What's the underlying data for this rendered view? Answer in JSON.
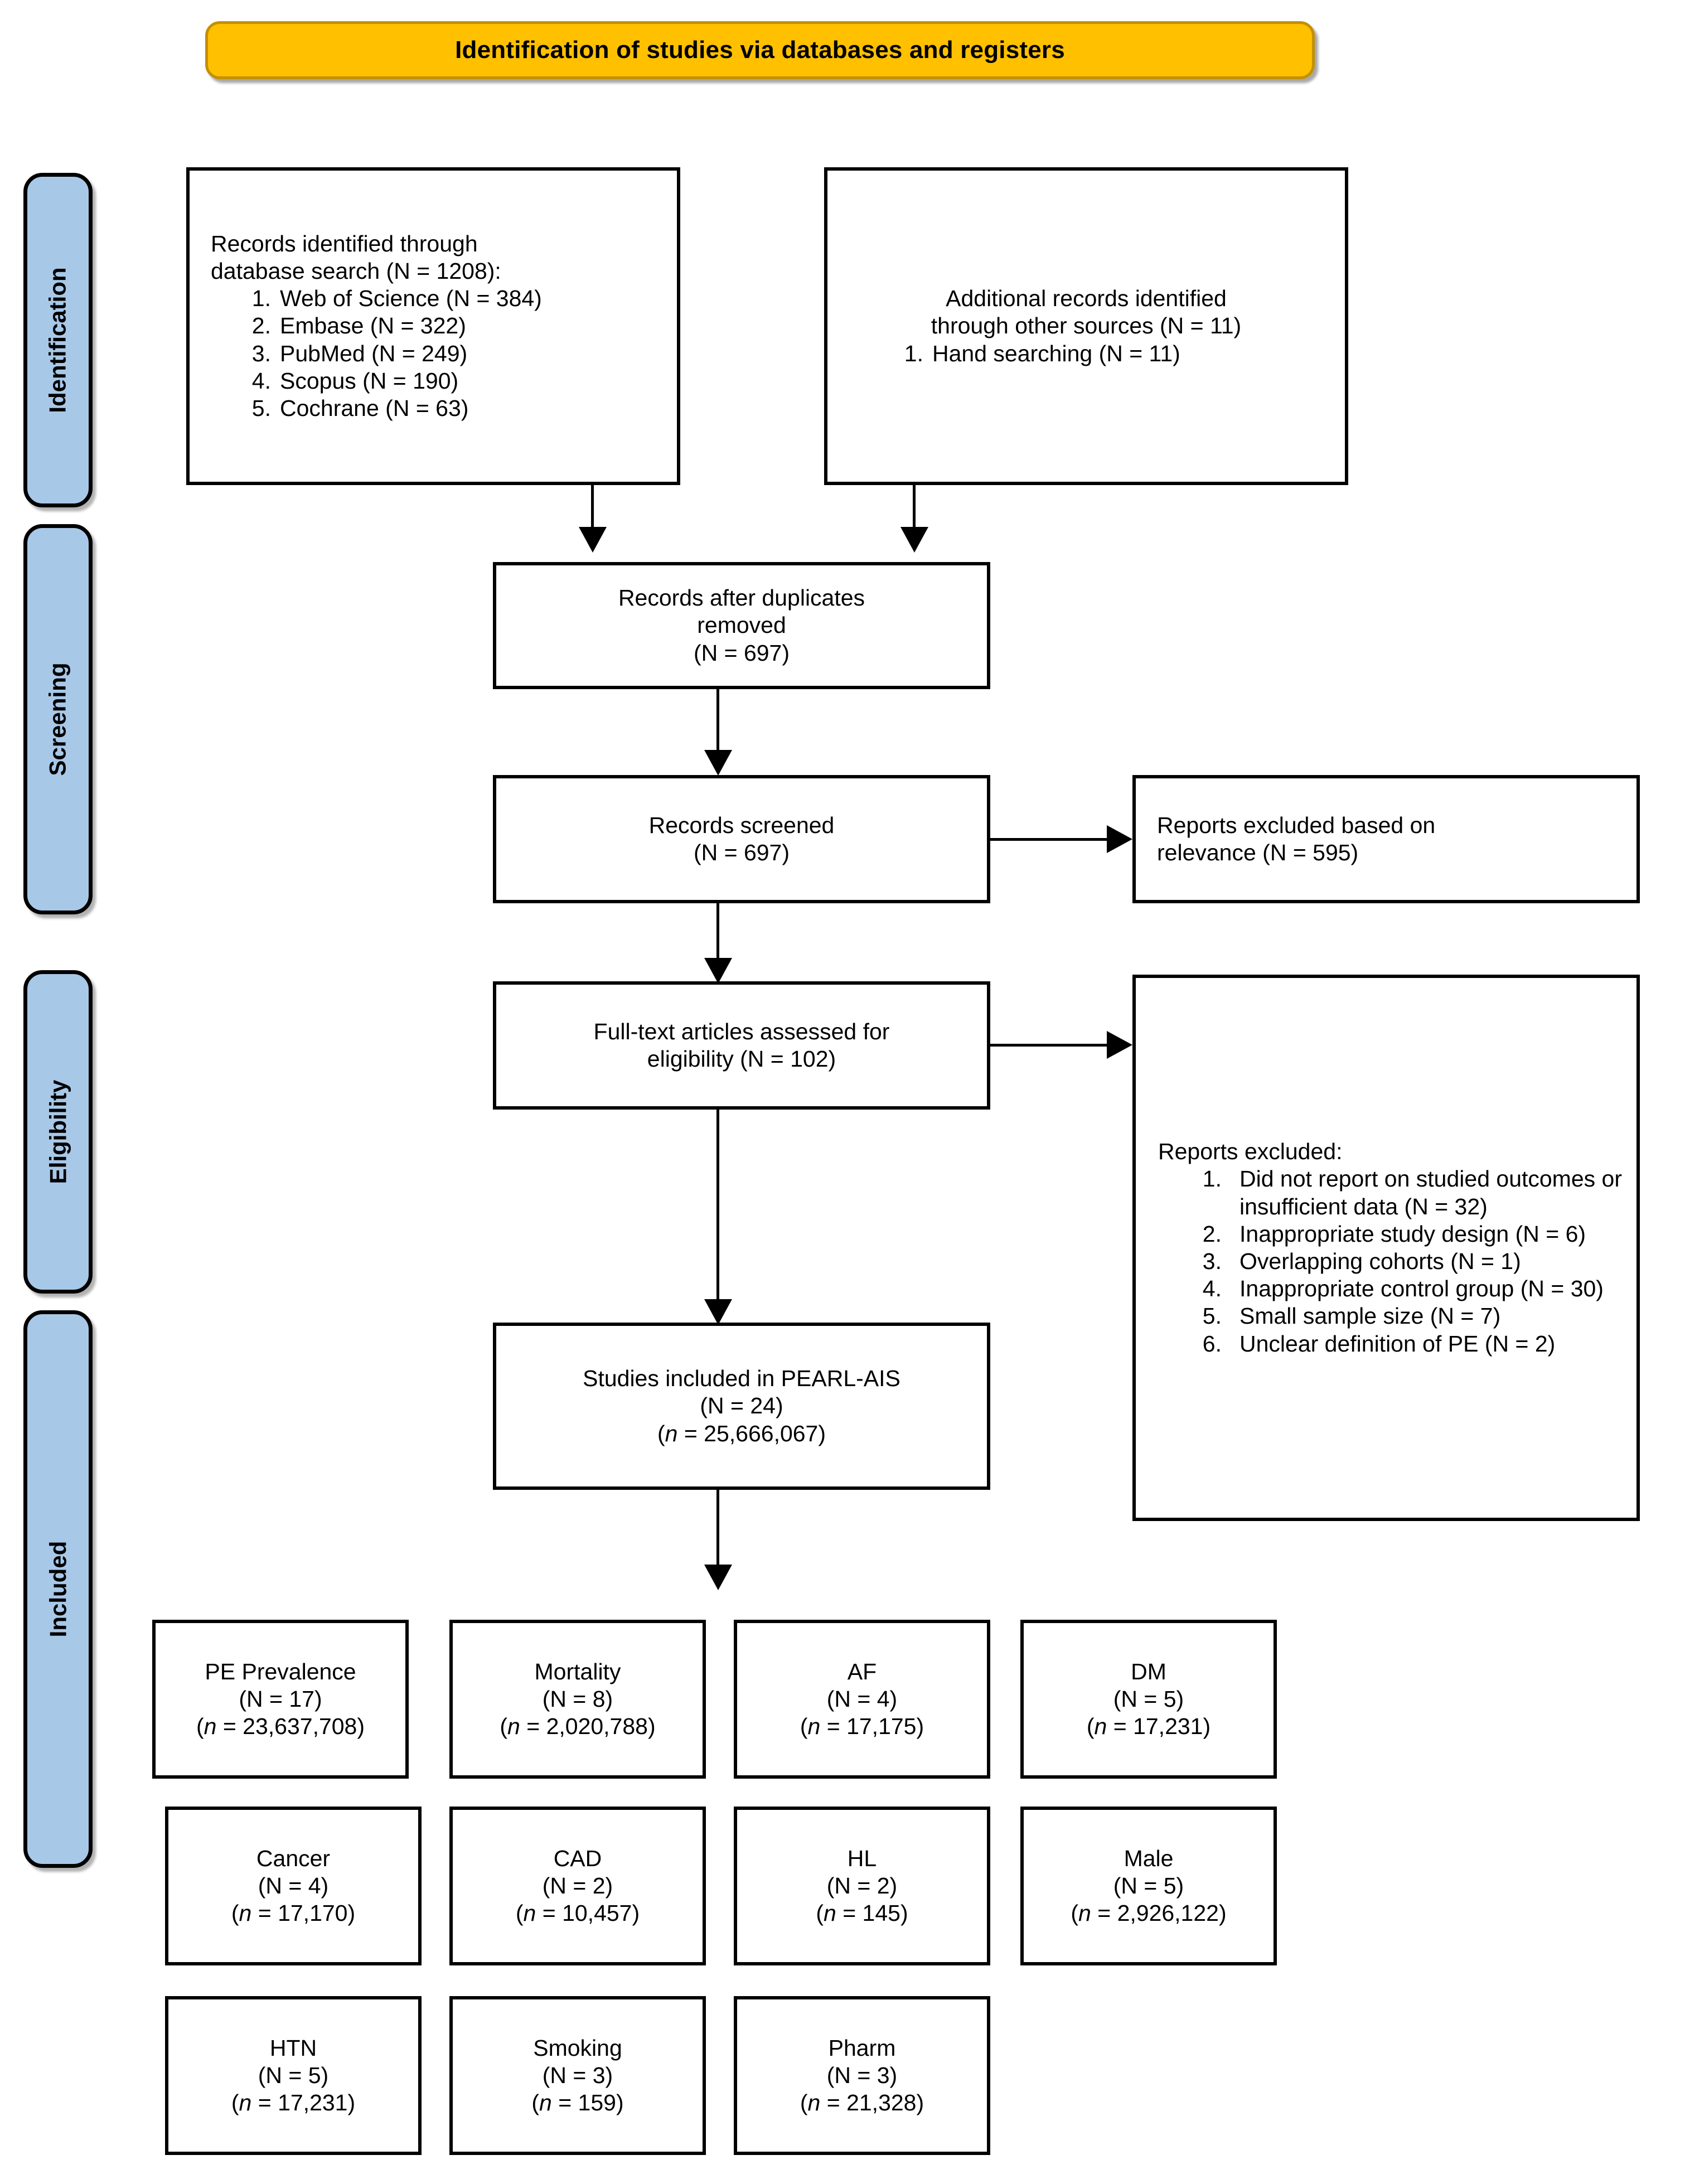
{
  "header": {
    "title": "Identification of studies via databases and registers",
    "banner_color": "#FFC000"
  },
  "stages": [
    {
      "label": "Identification"
    },
    {
      "label": "Screening"
    },
    {
      "label": "Eligibility"
    },
    {
      "label": "Included"
    }
  ],
  "stage_color": "#A8C8E8",
  "boxes": {
    "db_search": {
      "line1": "Records identified through",
      "line2": "database search (N = 1208):",
      "items": [
        {
          "num": "1.",
          "text": "Web of Science (N = 384)"
        },
        {
          "num": "2.",
          "text": "Embase (N = 322)"
        },
        {
          "num": "3.",
          "text": "PubMed (N = 249)"
        },
        {
          "num": "4.",
          "text": "Scopus (N = 190)"
        },
        {
          "num": "5.",
          "text": "Cochrane (N = 63)"
        }
      ]
    },
    "other_sources": {
      "line1": "Additional records identified",
      "line2": "through other sources (N = 11)",
      "items": [
        {
          "num": "1.",
          "text": "Hand searching (N = 11)"
        }
      ]
    },
    "duplicates_removed": {
      "line1": "Records after duplicates",
      "line2": "removed",
      "line3": "(N = 697)"
    },
    "records_screened": {
      "line1": "Records screened",
      "line2": "(N = 697)"
    },
    "excluded_relevance": {
      "line1": "Reports excluded based on",
      "line2": "relevance (N = 595)"
    },
    "fulltext_assessed": {
      "line1": "Full-text articles assessed for",
      "line2": "eligibility (N = 102)"
    },
    "reports_excluded": {
      "heading": "Reports excluded:",
      "items": [
        {
          "num": "1.",
          "text": "Did not report on studied outcomes or insufficient data (N = 32)"
        },
        {
          "num": "2.",
          "text": "Inappropriate study design (N = 6)"
        },
        {
          "num": "3.",
          "text": "Overlapping cohorts (N = 1)"
        },
        {
          "num": "4.",
          "text": "Inappropriate control group (N = 30)"
        },
        {
          "num": "5.",
          "text": "Small sample size (N = 7)"
        },
        {
          "num": "6.",
          "text": "Unclear definition of PE (N = 2)"
        }
      ]
    },
    "studies_included": {
      "line1": "Studies included in PEARL-AIS",
      "line2": "(N = 24)",
      "n_prefix": "(",
      "n_italic": "n",
      "n_value": " = 25,666,067)"
    }
  },
  "outcomes": [
    {
      "label": "PE Prevalence",
      "N": "(N = 17)",
      "n_value": " = 23,637,708)"
    },
    {
      "label": "Mortality",
      "N": "(N = 8)",
      "n_value": " = 2,020,788)"
    },
    {
      "label": "AF",
      "N": "(N = 4)",
      "n_value": " = 17,175)"
    },
    {
      "label": "DM",
      "N": "(N = 5)",
      "n_value": " = 17,231)"
    },
    {
      "label": "Cancer",
      "N": "(N = 4)",
      "n_value": " = 17,170)"
    },
    {
      "label": "CAD",
      "N": "(N = 2)",
      "n_value": " = 10,457)"
    },
    {
      "label": "HL",
      "N": "(N = 2)",
      "n_value": " = 145)"
    },
    {
      "label": "Male",
      "N": "(N = 5)",
      "n_value": " = 2,926,122)"
    },
    {
      "label": "HTN",
      "N": "(N = 5)",
      "n_value": " = 17,231)"
    },
    {
      "label": "Smoking",
      "N": "(N = 3)",
      "n_value": " = 159)"
    },
    {
      "label": "Pharm",
      "N": "(N = 3)",
      "n_value": " = 21,328)"
    }
  ]
}
